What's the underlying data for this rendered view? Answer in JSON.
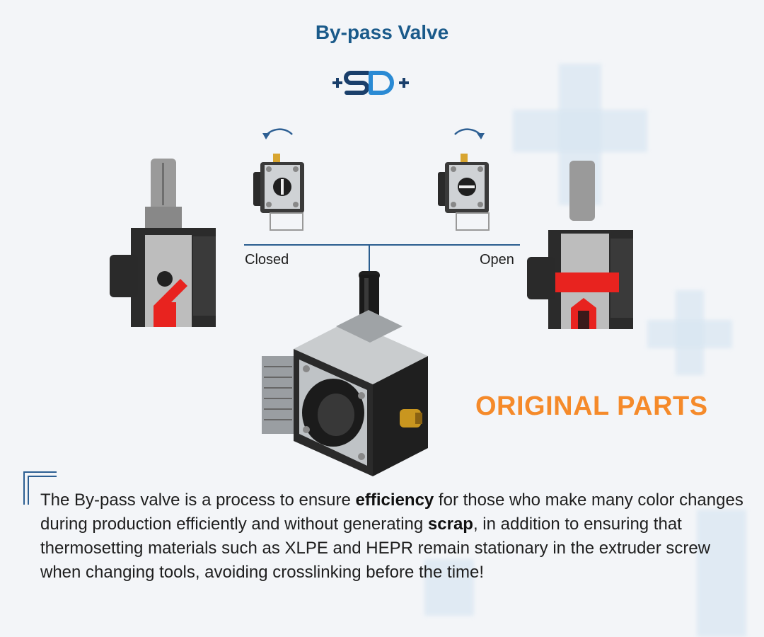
{
  "title": "By-pass Valve",
  "labels": {
    "closed": "Closed",
    "open": "Open"
  },
  "badge": "ORIGINAL PARTS",
  "description": {
    "p1": "The By-pass valve is a process to ensure ",
    "b1": "efficiency",
    "p2": " for those who make many color changes during production efficiently and without generating ",
    "b2": "scrap",
    "p3": ", in addition to ensuring that thermosetting materials such as XLPE and HEPR remain stationary in the extruder screw when changing tools, avoiding crosslinking before the time!"
  },
  "colors": {
    "brand": "#1a5a8a",
    "accent": "#f58a2a",
    "flow": "#e8231f"
  }
}
